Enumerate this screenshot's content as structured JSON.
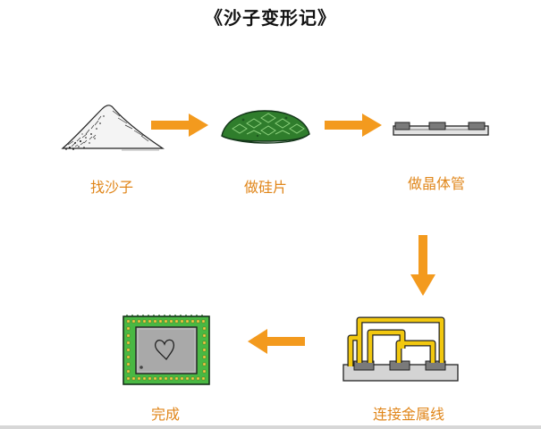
{
  "title": "《沙子变形记》",
  "steps": [
    {
      "label": "找沙子",
      "icon": "sand-pile-icon"
    },
    {
      "label": "做硅片",
      "icon": "silicon-wafer-icon"
    },
    {
      "label": "做晶体管",
      "icon": "transistor-strip-icon"
    },
    {
      "label": "连接金属线",
      "icon": "metal-wiring-icon"
    },
    {
      "label": "完成",
      "icon": "chip-icon"
    }
  ],
  "colors": {
    "arrow": "#f39a1e",
    "label": "#e0861a",
    "wafer": "#2f7d2c",
    "wire": "#f2c80f",
    "pcb": "#49b843"
  }
}
